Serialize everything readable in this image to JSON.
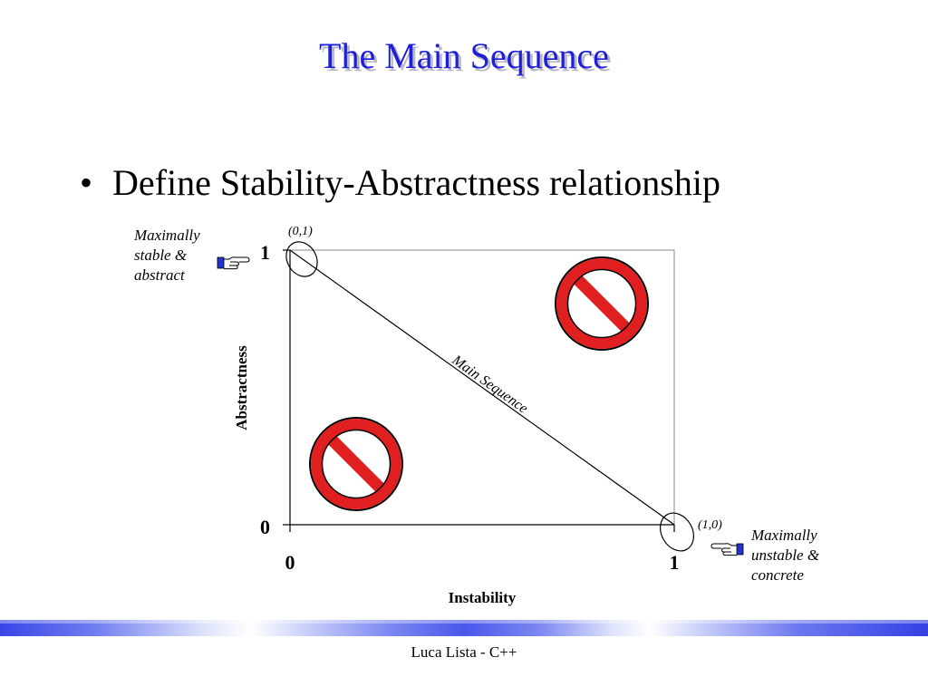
{
  "slide": {
    "title": "The Main Sequence",
    "bullet": "Define Stability-Abstractness relationship",
    "footer": "Luca Lista - C++"
  },
  "diagram": {
    "x_axis_label": "Instability",
    "y_axis_label": "Abstractness",
    "x_ticks": [
      "0",
      "1"
    ],
    "y_ticks": [
      "1",
      "0"
    ],
    "line_label": "Main Sequence",
    "point_top_label": "(0,1)",
    "point_bottom_label": "(1,0)",
    "note_top": [
      "Maximally",
      "stable &",
      "abstract"
    ],
    "note_bottom": [
      "Maximally",
      "unstable &",
      "concrete"
    ],
    "icons": [
      "pointing-hand-icon",
      "no-entry-icon"
    ],
    "colors": {
      "title": "#1f1fd6",
      "no_entry_red": "#e02020"
    }
  }
}
